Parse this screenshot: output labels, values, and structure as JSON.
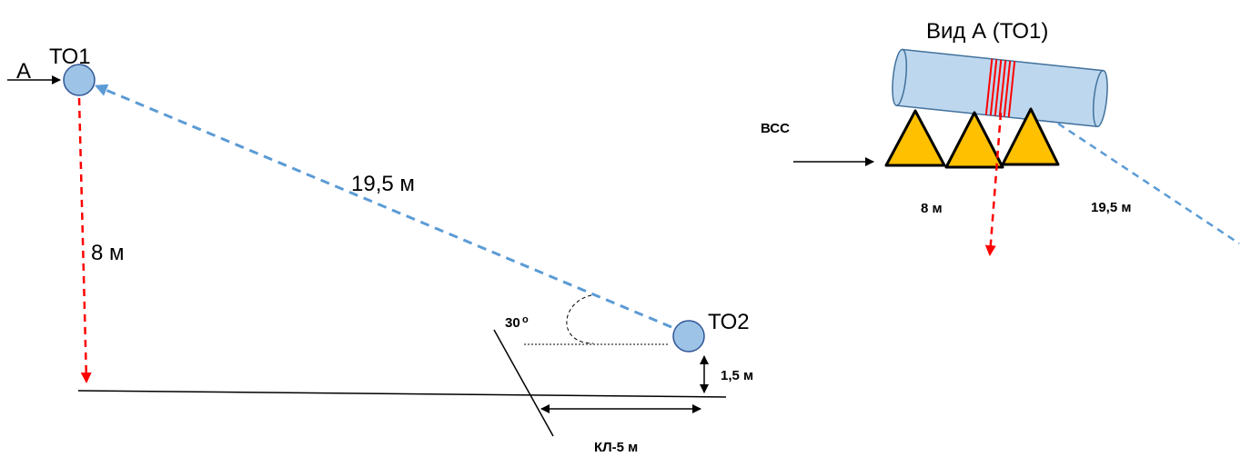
{
  "left_scheme": {
    "to1_label": "ТО1",
    "to2_label": "ТО2",
    "arrow_a_label": "А",
    "distance_diag": "19,5 м",
    "distance_vertical": "8 м",
    "angle_label": "30",
    "angle_degree_mark": "о",
    "height_label": "1,5 м",
    "kl_label": "КЛ-5 м"
  },
  "right_view": {
    "title": "Вид А (ТО1)",
    "vss_label": "ВСС",
    "distance_left": "8 м",
    "distance_right": "19,5 м"
  },
  "colors": {
    "circle_fill": "#9DC3E6",
    "circle_stroke": "#2F5597",
    "blue_dash": "#5B9BD5",
    "red_dash": "#FF0000",
    "triangle_fill": "#FFC000",
    "cylinder_fill": "#BDD7EE",
    "cylinder_stroke": "#41719C"
  }
}
